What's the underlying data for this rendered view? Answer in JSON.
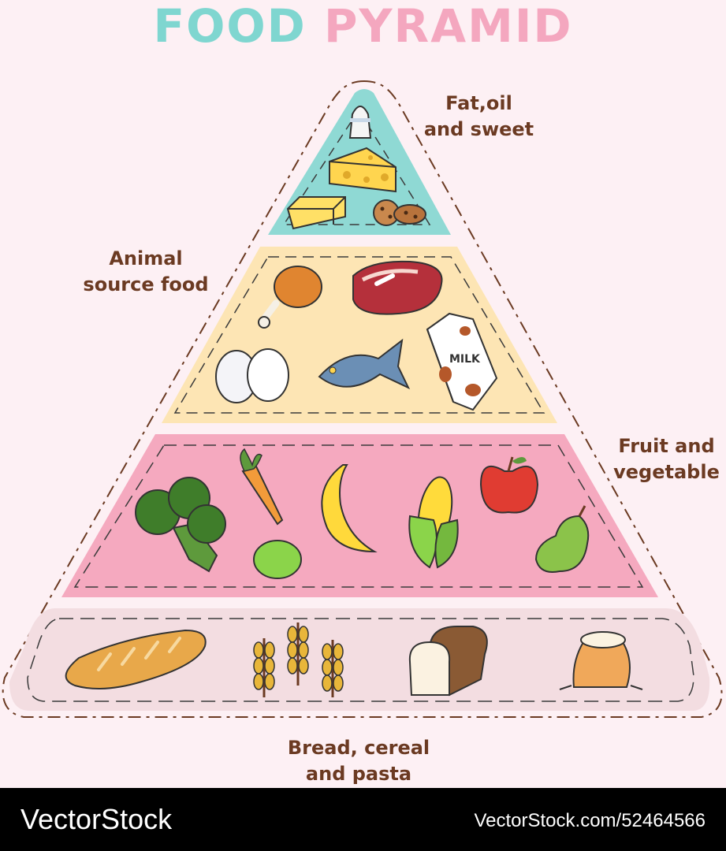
{
  "title": {
    "word1": "FOOD",
    "word2": "PYRAMID"
  },
  "colors": {
    "background": "#fdf0f4",
    "title_word1": "#7fd6d0",
    "title_word2": "#f4a7bf",
    "tier_top": "#8fd9d4",
    "tier_second": "#fde5b4",
    "tier_third": "#f5a9bf",
    "tier_base": "#f3dde1",
    "label_text": "#6b3a22"
  },
  "tiers": [
    {
      "label_line1": "Fat,oil",
      "label_line2": "and sweet",
      "items": [
        {
          "name": "salt-shaker",
          "icon": "salt-shaker-icon"
        },
        {
          "name": "cheese",
          "icon": "cheese-icon"
        },
        {
          "name": "butter",
          "icon": "butter-icon"
        },
        {
          "name": "cookies",
          "icon": "cookie-icon"
        }
      ]
    },
    {
      "label_line1": "Animal",
      "label_line2": "source food",
      "items": [
        {
          "name": "chicken-leg",
          "icon": "chicken-leg-icon"
        },
        {
          "name": "steak",
          "icon": "steak-icon"
        },
        {
          "name": "eggs",
          "icon": "egg-icon"
        },
        {
          "name": "fish",
          "icon": "fish-icon"
        },
        {
          "name": "milk-carton",
          "icon": "milk-carton-icon",
          "text": "MILK"
        }
      ]
    },
    {
      "label_line1": "Fruit and",
      "label_line2": "vegetable",
      "items": [
        {
          "name": "broccoli",
          "icon": "broccoli-icon"
        },
        {
          "name": "carrot",
          "icon": "carrot-icon"
        },
        {
          "name": "lime",
          "icon": "lime-icon"
        },
        {
          "name": "banana",
          "icon": "banana-icon"
        },
        {
          "name": "corn",
          "icon": "corn-icon"
        },
        {
          "name": "apple",
          "icon": "apple-icon"
        },
        {
          "name": "pear",
          "icon": "pear-icon"
        }
      ]
    },
    {
      "label_line1": "Bread, cereal",
      "label_line2": "and pasta",
      "items": [
        {
          "name": "baguette",
          "icon": "baguette-icon"
        },
        {
          "name": "wheat",
          "icon": "wheat-icon"
        },
        {
          "name": "bread-loaf",
          "icon": "bread-loaf-icon"
        },
        {
          "name": "flour-sack",
          "icon": "flour-sack-icon"
        }
      ]
    }
  ],
  "footer": {
    "brand": "VectorStock",
    "reference": "VectorStock.com/52464566"
  }
}
